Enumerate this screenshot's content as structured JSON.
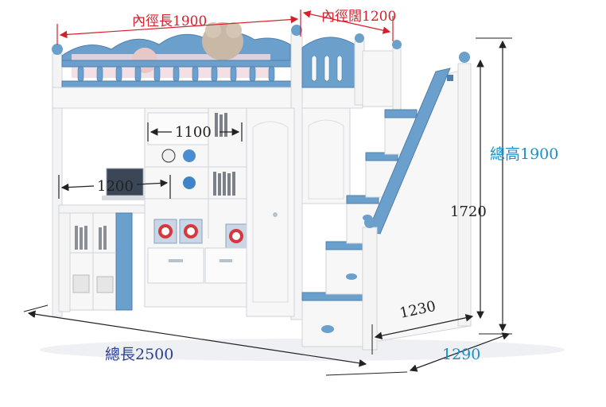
{
  "dimensions": {
    "inner_length": "內徑長1900",
    "inner_width": "內徑闊1200",
    "total_height": "總高1900",
    "height_1720": "1720",
    "wardrobe_width": "1100",
    "desk_width": "1200",
    "stair_length": "1230",
    "total_length": "總長2500",
    "total_depth": "1290"
  },
  "colors": {
    "frame_white": "#f7f7f7",
    "accent_blue": "#6b9fcc",
    "label_red": "#d4202a",
    "label_blue": "#1a8fc9",
    "label_navy": "#2a3f8f"
  }
}
